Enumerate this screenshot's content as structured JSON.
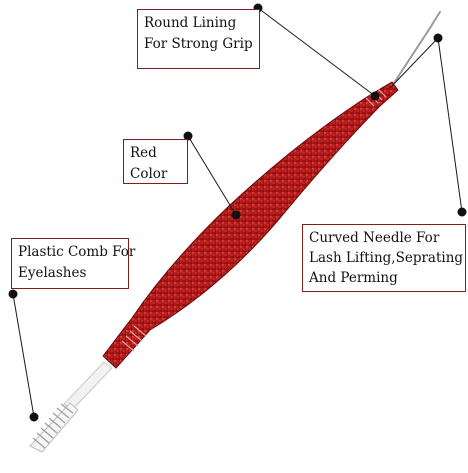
{
  "callouts": {
    "round_lining": {
      "lines": [
        "Round Lining",
        "For Strong Grip"
      ]
    },
    "red_color": {
      "lines": [
        "Red",
        "Color"
      ]
    },
    "curved_needle": {
      "lines": [
        "Curved Needle For",
        "Lash Lifting,Seprating",
        "And Perming"
      ]
    },
    "plastic_comb": {
      "lines": [
        "Plastic Comb For",
        "Eyelashes"
      ]
    }
  },
  "colors": {
    "handle_red": "#b01818",
    "handle_dark": "#7e0e0e",
    "callout_border": "#7a2020",
    "leader_line": "#1a1a1a",
    "comb_white": "#f2f2f2",
    "needle_silver": "#9a9a9a"
  }
}
